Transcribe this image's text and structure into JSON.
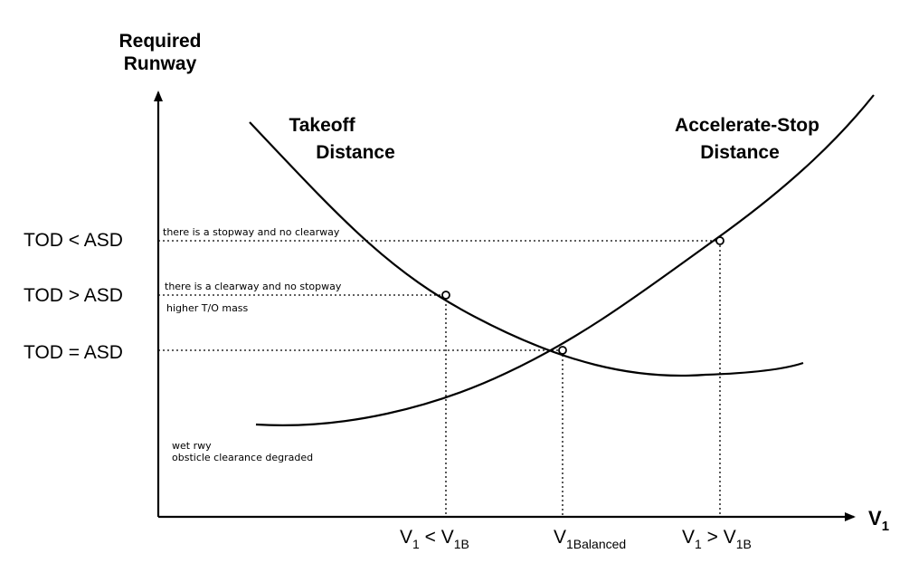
{
  "axis": {
    "y_title_line1": "Required",
    "y_title_line2": "Runway",
    "x_title_main": "V",
    "x_title_sub": "1"
  },
  "curves": {
    "takeoff_line1": "Takeoff",
    "takeoff_line2": "Distance",
    "asd_line1": "Accelerate-Stop",
    "asd_line2": "Distance"
  },
  "levels": [
    {
      "label": "TOD < ASD",
      "note": "there is a stopway and no clearway"
    },
    {
      "label": "TOD > ASD",
      "note": "there is a clearway and no stopway",
      "note2": "higher T/O mass"
    },
    {
      "label": "TOD = ASD"
    }
  ],
  "x_ticks": [
    {
      "main": "V",
      "sub": "1",
      "mid": " < V",
      "sub2": "1B"
    },
    {
      "main": "V",
      "sub": "1Balanced"
    },
    {
      "main": "V",
      "sub": "1",
      "mid": " > V",
      "sub2": "1B"
    }
  ],
  "notes": {
    "line1": "wet rwy",
    "line2": "obsticle clearance degraded"
  }
}
